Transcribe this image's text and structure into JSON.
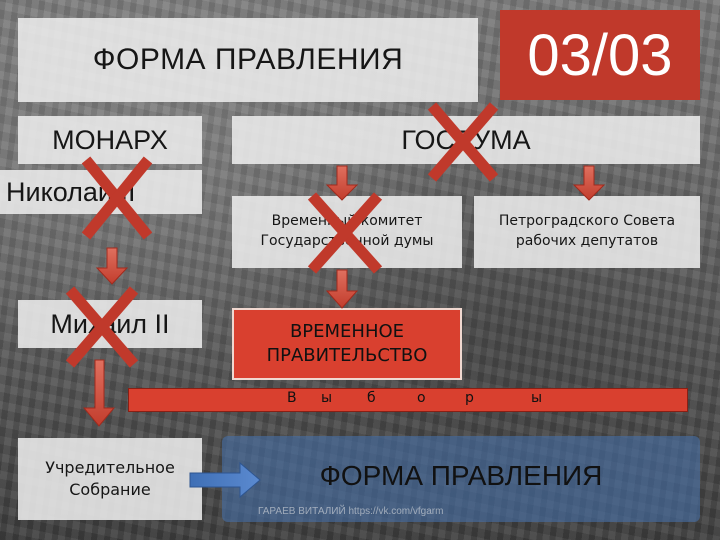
{
  "header": {
    "title": "ФОРМА ПРАВЛЕНИЯ",
    "slide_counter": "03/03"
  },
  "left_column": {
    "monarch_label": "МОНАРХ",
    "ruler_1": "Николай II",
    "ruler_2": "Михаил II",
    "assembly_line1": "Учредительное",
    "assembly_line2": "Собрание"
  },
  "right_column": {
    "duma_label": "ГОСДУМА",
    "committee_line1": "Временный комитет",
    "committee_line2": "Государственной думы",
    "soviet_line1": "Петроградского Совета",
    "soviet_line2": "рабочих депутатов",
    "provisional_gov_line1": "ВРЕМЕННОЕ",
    "provisional_gov_line2": "ПРАВИТЕЛЬСТВО"
  },
  "elections_bar": {
    "letters": [
      "В",
      "ы",
      "б",
      "о",
      "р",
      "ы"
    ]
  },
  "result": {
    "title": "ФОРМА ПРАВЛЕНИЯ",
    "watermark": "ГАРАЕВ ВИТАЛИЙ https://vk.com/vfgarm"
  },
  "colors": {
    "accent_red": "#c0392b",
    "arrow_red": "#d04a3a",
    "cross_red": "#c0392b",
    "arrow_blue": "#4a78c0",
    "result_blue": "#466ea5"
  },
  "icons": {
    "crossed_out": "x-cross-icon",
    "flow_down": "arrow-down-icon",
    "flow_right": "arrow-right-icon"
  }
}
